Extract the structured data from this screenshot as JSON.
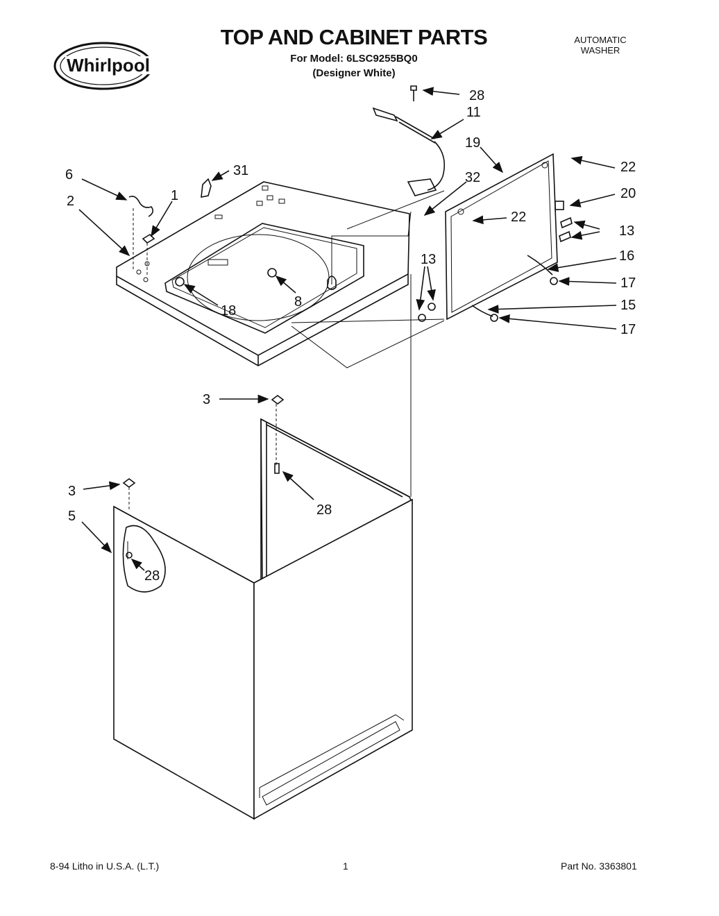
{
  "brand": {
    "name": "Whirlpool"
  },
  "header": {
    "title": "TOP AND CABINET PARTS",
    "model_line": "For Model: 6LSC9255BQ0",
    "variant_line": "(Designer White)",
    "product_type_line1": "AUTOMATIC",
    "product_type_line2": "WASHER"
  },
  "callouts": {
    "c28_top": "28",
    "c11": "11",
    "c19": "19",
    "c22_right": "22",
    "c20": "20",
    "c6": "6",
    "c31": "31",
    "c32": "32",
    "c1": "1",
    "c2": "2",
    "c22_inner": "22",
    "c13_right": "13",
    "c16": "16",
    "c13_left": "13",
    "c17_upper": "17",
    "c8": "8",
    "c18": "18",
    "c15": "15",
    "c17_lower": "17",
    "c3_upper": "3",
    "c3_lower": "3",
    "c28_mid": "28",
    "c5": "5",
    "c28_low": "28"
  },
  "footer": {
    "left": "8-94 Litho in U.S.A. (L.T.)",
    "page": "1",
    "part_no": "Part No. 3363801"
  }
}
